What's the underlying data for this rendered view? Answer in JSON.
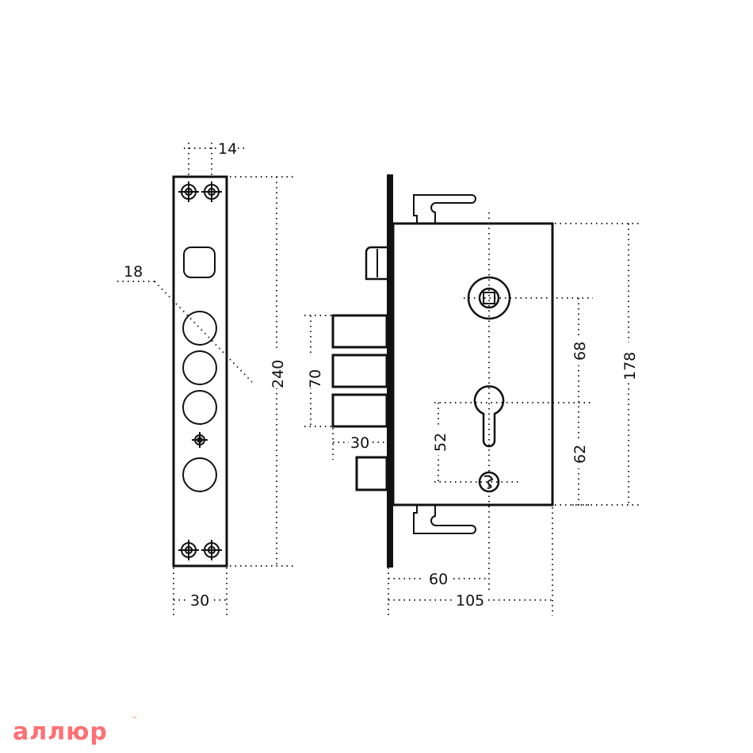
{
  "dimensions": {
    "plate_screw_spacing": "14",
    "bolt_diameter": "18",
    "plate_height": "240",
    "plate_width": "30",
    "bolt_span": "70",
    "bolt_throw": "30",
    "backset": "60",
    "body_width": "105",
    "spindle_to_cylinder": "68",
    "cylinder_to_bottom": "62",
    "body_height": "178",
    "cylinder_to_screw": "52"
  },
  "logo": {
    "text": "аллюр",
    "trademark": "™",
    "color": "#ff6f73"
  }
}
